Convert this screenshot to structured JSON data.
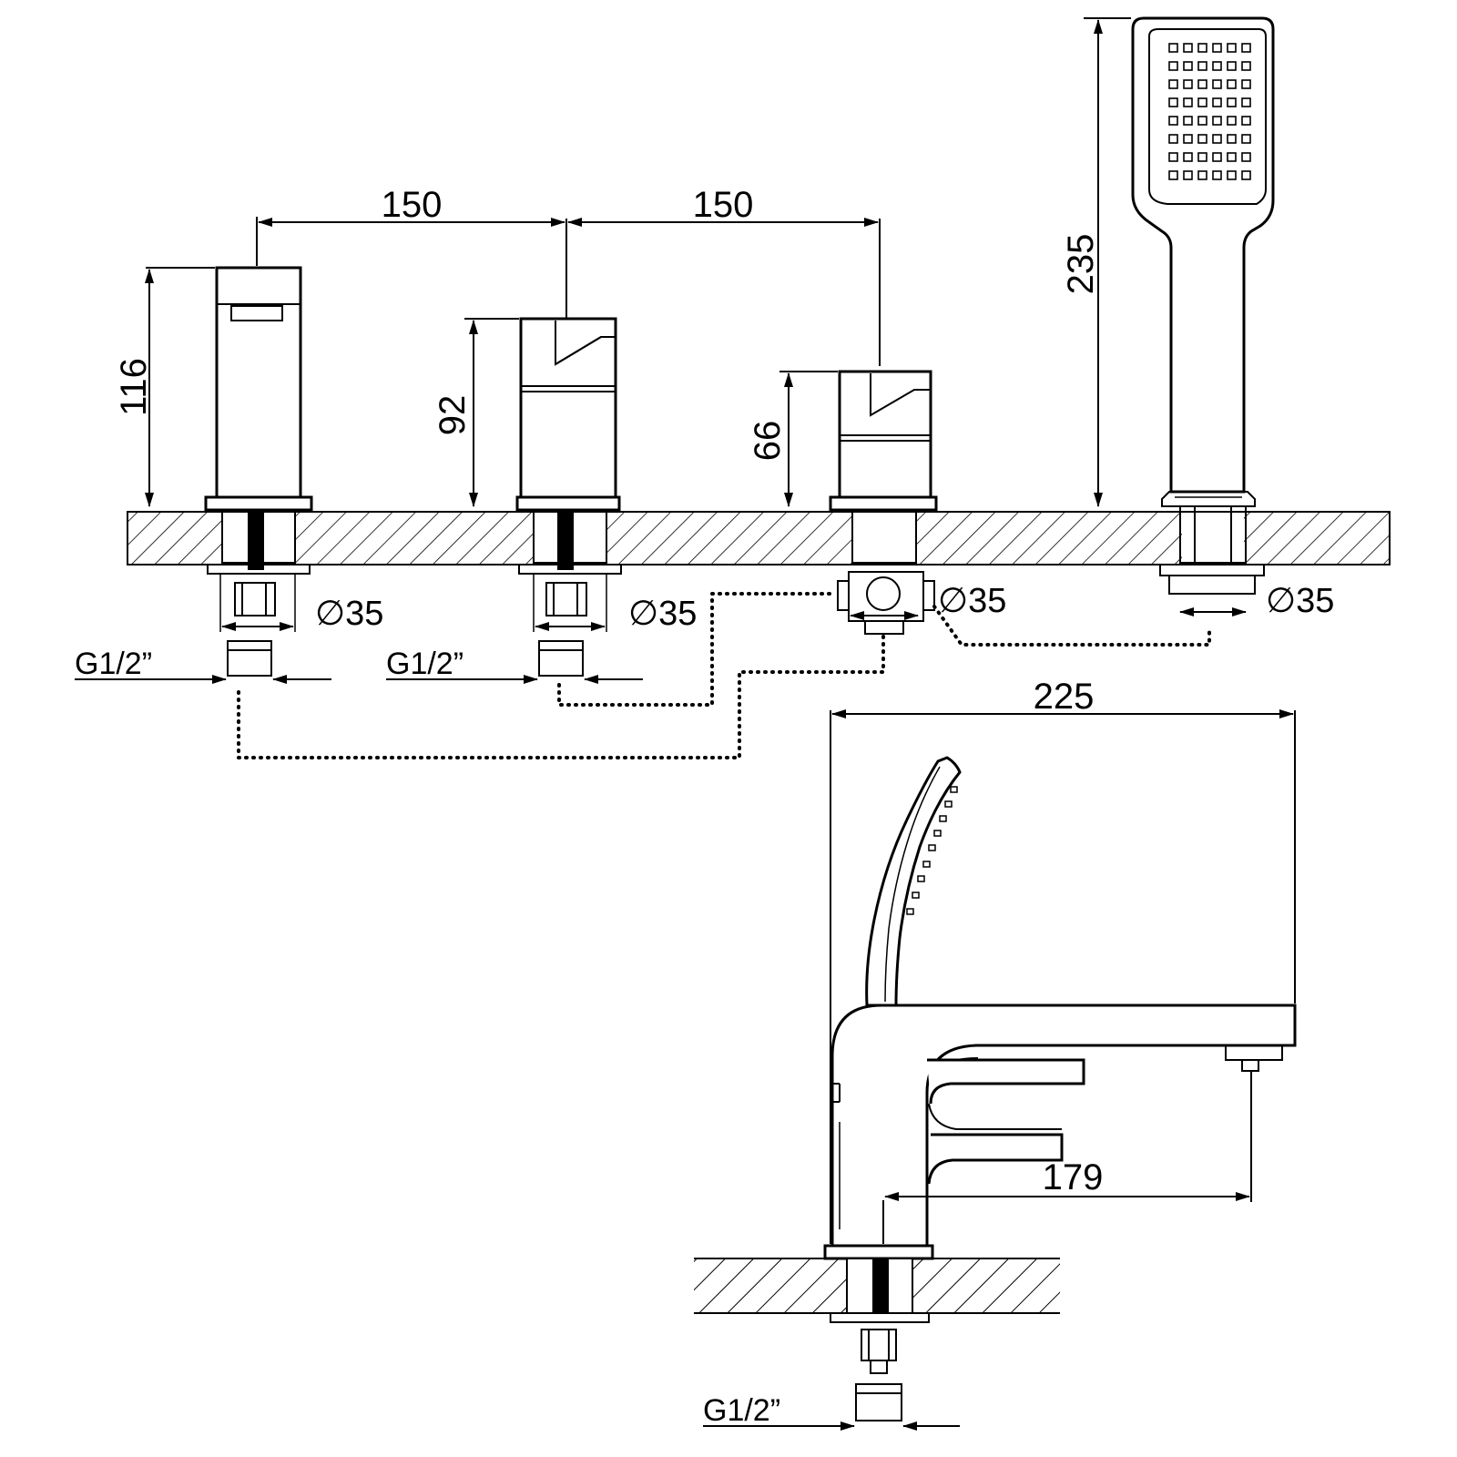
{
  "dimensions": {
    "spacing_left": "150",
    "spacing_right": "150",
    "height_spout": "116",
    "height_handle_1": "92",
    "height_handle_2": "66",
    "height_hand_shower": "235",
    "spout_length": "225",
    "spout_reach": "179"
  },
  "labels": {
    "diameter_1": "∅35",
    "diameter_2": "∅35",
    "diameter_3": "∅35",
    "diameter_4": "∅35",
    "thread_1": "G1/2”",
    "thread_2": "G1/2”",
    "thread_3": "G1/2”"
  }
}
